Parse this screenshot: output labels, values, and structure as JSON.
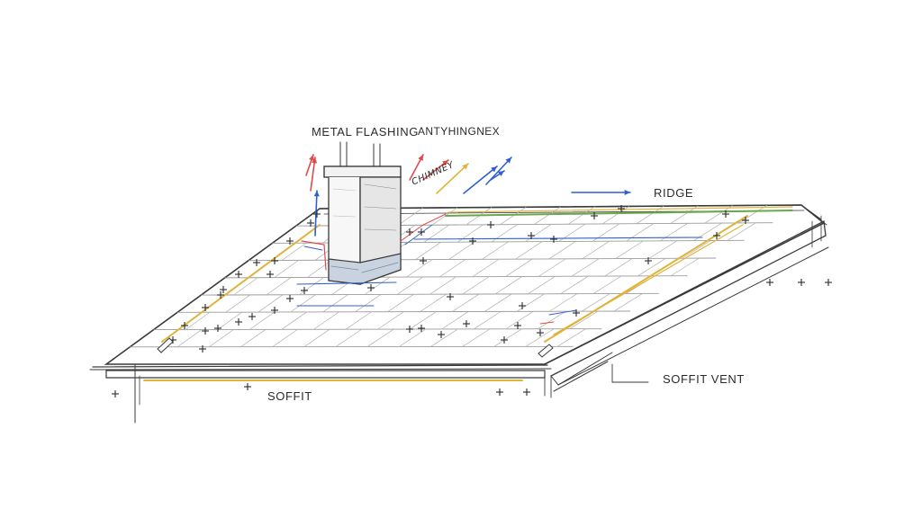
{
  "diagram": {
    "labels": {
      "metal_flashing": "METAL FLASHING",
      "extra_note": "ANTYHINGNEX",
      "chimney_note": "CHIMNEY",
      "ridge": "RIDGE",
      "soffit": "SOFFIT",
      "soffit_vent": "SOFFIT VENT"
    },
    "colors": {
      "pencil": "#3a3a3a",
      "light_pencil": "#9a9a9a",
      "flow_blue": "#2f5fd0",
      "intake_yellow": "#e0b43a",
      "ridge_green": "#6aa84f",
      "heat_red": "#e04a4a"
    },
    "icons": [
      "flow-arrow-icon",
      "fastener-cross-icon"
    ]
  }
}
